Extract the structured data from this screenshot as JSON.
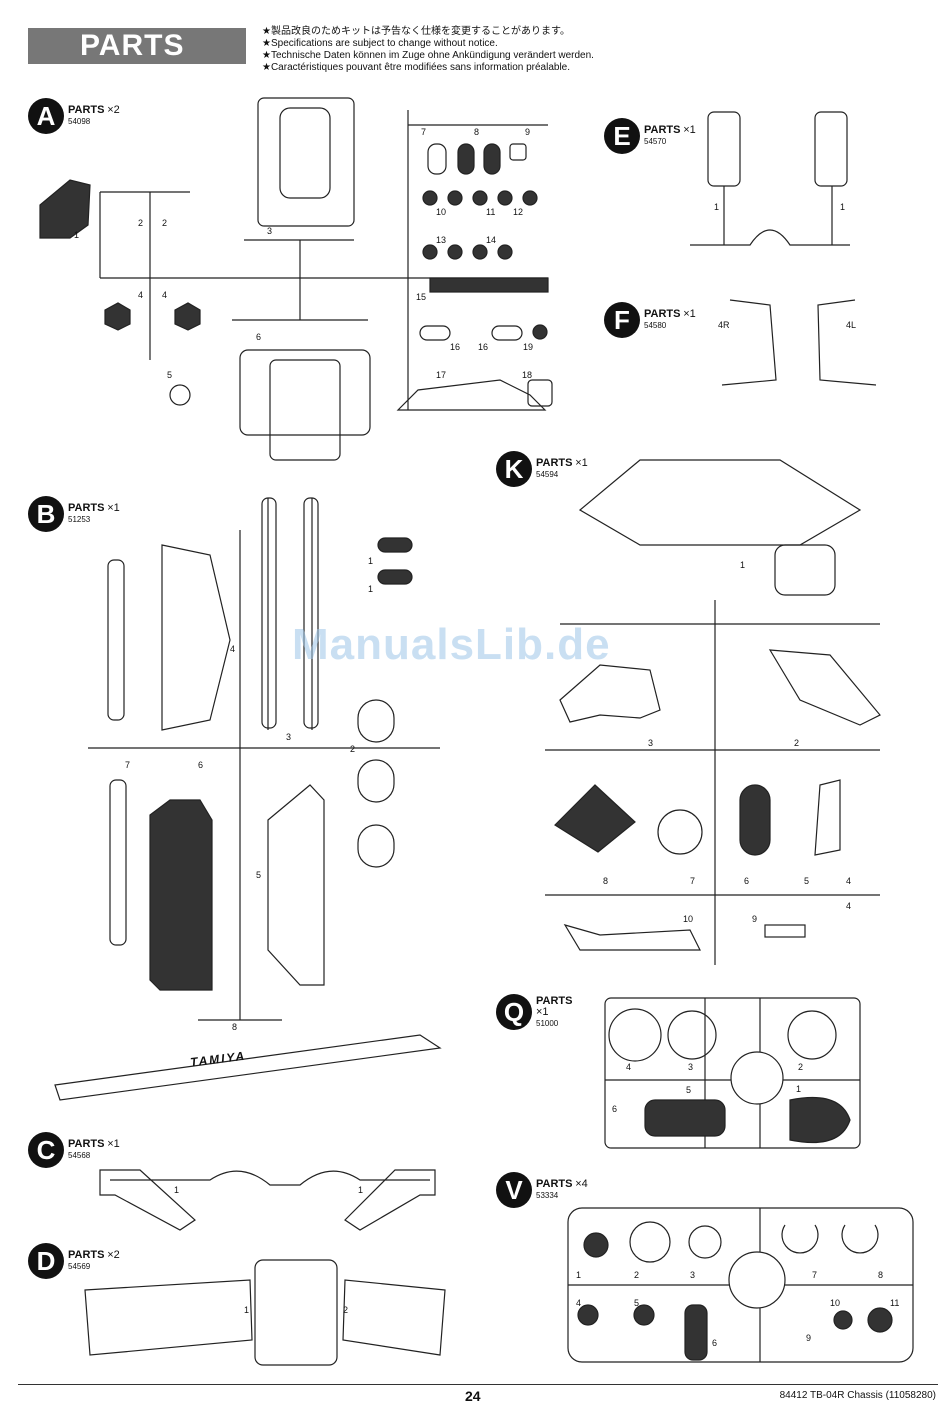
{
  "header": {
    "title": "PARTS"
  },
  "notes": [
    "★製品改良のためキットは予告なく仕様を変更することがあります。",
    "★Specifications are subject to change without notice.",
    "★Technische Daten können im Zuge ohne Ankündigung verändert werden.",
    "★Caractéristiques pouvant être modifiées sans information préalable."
  ],
  "groups": {
    "A": {
      "letter": "A",
      "label": "PARTS",
      "qty": "×2",
      "code": "54098"
    },
    "B": {
      "letter": "B",
      "label": "PARTS",
      "qty": "×1",
      "code": "51253"
    },
    "C": {
      "letter": "C",
      "label": "PARTS",
      "qty": "×1",
      "code": "54568"
    },
    "D": {
      "letter": "D",
      "label": "PARTS",
      "qty": "×2",
      "code": "54569"
    },
    "E": {
      "letter": "E",
      "label": "PARTS",
      "qty": "×1",
      "code": "54570"
    },
    "F": {
      "letter": "F",
      "label": "PARTS",
      "qty": "×1",
      "code": "54580"
    },
    "K": {
      "letter": "K",
      "label": "PARTS",
      "qty": "×1",
      "code": "54594"
    },
    "Q": {
      "letter": "Q",
      "label": "PARTS",
      "qty": "×1",
      "code": "51000"
    },
    "V": {
      "letter": "V",
      "label": "PARTS",
      "qty": "×4",
      "code": "53334"
    }
  },
  "part_numbers": {
    "A": [
      "1",
      "2",
      "2",
      "3",
      "4",
      "4",
      "5",
      "6",
      "7",
      "8",
      "9",
      "10",
      "11",
      "12",
      "13",
      "14",
      "15",
      "16",
      "16",
      "17",
      "18",
      "19"
    ],
    "B": [
      "1",
      "1",
      "2",
      "3",
      "4",
      "5",
      "6",
      "7",
      "8"
    ],
    "C": [
      "1",
      "1"
    ],
    "D": [
      "1",
      "2"
    ],
    "E": [
      "1",
      "1"
    ],
    "F": [
      "4R",
      "4L"
    ],
    "K": [
      "1",
      "2",
      "3",
      "4",
      "4",
      "5",
      "6",
      "7",
      "8",
      "9",
      "10"
    ],
    "Q": [
      "1",
      "2",
      "3",
      "4",
      "5",
      "6"
    ],
    "V": [
      "1",
      "2",
      "3",
      "4",
      "5",
      "6",
      "7",
      "8",
      "9",
      "10",
      "11"
    ]
  },
  "branding": {
    "tamiya": "TAMIYA"
  },
  "watermark": "ManualsLib.de",
  "footer": {
    "page": "24",
    "ref": "84412  TB-04R Chassis (11058280)"
  }
}
